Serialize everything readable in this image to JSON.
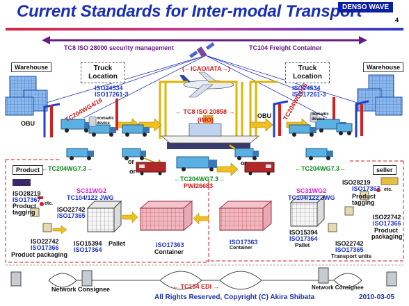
{
  "header": {
    "title": "Current Standards for Inter-modal Transport",
    "brand": "DENSO WAVE",
    "page_number": "4"
  },
  "top_labels": {
    "security": "TC8  ISO 28000 security management",
    "freight": "TC104 Freight Container",
    "icao": "(←ICAO/IATA→)",
    "tc8_20858": "← TC8 ISO 20858 →",
    "imo": "(IMO)"
  },
  "left_side": {
    "warehouse": "Warehouse",
    "truck_location_1": "Truck",
    "truck_location_2": "Location",
    "iso24534": "ISO24534",
    "iso17261": "ISO17261-3",
    "tc204_wg416": "TC204WG4/16",
    "obu": "OBU",
    "nomadic": "nomadic device",
    "tc204_wg73": "←TC204WG7.3→",
    "or": "or"
  },
  "right_side": {
    "warehouse": "Warehouse",
    "truck_location_1": "Truck",
    "truck_location_2": "Location",
    "iso24534": "ISO24534",
    "iso17261": "ISO17261-3",
    "tc204_wg416": "TC204WG4/16",
    "obu": "OBU",
    "nomadic": "nomadic device",
    "tc204_wg73": "←TC204WG7.3→",
    "or": "or"
  },
  "middle": {
    "tc204_wg73": "←TC204WG7.3→",
    "pwi": "PWI26683",
    "or": "or"
  },
  "product_panel": {
    "product": "Product",
    "sc31": "SC31WG2",
    "tc104": "TC104/122 JWG",
    "iso28219": "ISO28219",
    "iso17367": "ISO17367",
    "product_tagging_1": "Product",
    "product_tagging_2": "tagging",
    "etc": "etc.",
    "iso22742_a": "ISO22742",
    "iso17365": "ISO17365",
    "iso22742_b": "ISO22742",
    "iso17366": "ISO17366",
    "product_packaging": "Product packaging",
    "iso15394": "ISO15394",
    "iso17364": "ISO17364",
    "pallet": "Pallet",
    "iso17363": "ISO17363",
    "container": "Container"
  },
  "seller_panel": {
    "seller": "seller",
    "sc31": "SC31WG2",
    "tc104": "TC104/122 JWG",
    "iso28219": "ISO28219",
    "iso17367": "ISO17367",
    "product_tagging_1": "Product",
    "product_tagging_2": "tagging",
    "etc": "etc.",
    "iso22742_a": "ISO22742",
    "iso17366": "ISO17366",
    "product_packaging_1": "Product",
    "product_packaging_2": "packaging",
    "iso17363": "ISO17363",
    "container": "Container",
    "iso15394": "ISO15394",
    "iso17364": "ISO17364",
    "pallet": "Pallet",
    "iso22742_b": "ISO22742",
    "iso17365": "ISO17365",
    "transport_units": "Transport units"
  },
  "network": {
    "consignee_left": "Network Consignee",
    "consignee_right": "Network Consignee",
    "tc154": "← TC154 EDI →"
  },
  "footer": {
    "copyright": "All Rights Reserved, Copyright (C) Akira Shibata",
    "date": "2010-03-05"
  },
  "colors": {
    "title": "#1a2fb0",
    "iso_blue": "#1f35c8",
    "red": "#d11a1a",
    "magenta": "#e01ad8",
    "green": "#0a8a1a",
    "purple_arrow": "#6a1a8a"
  }
}
